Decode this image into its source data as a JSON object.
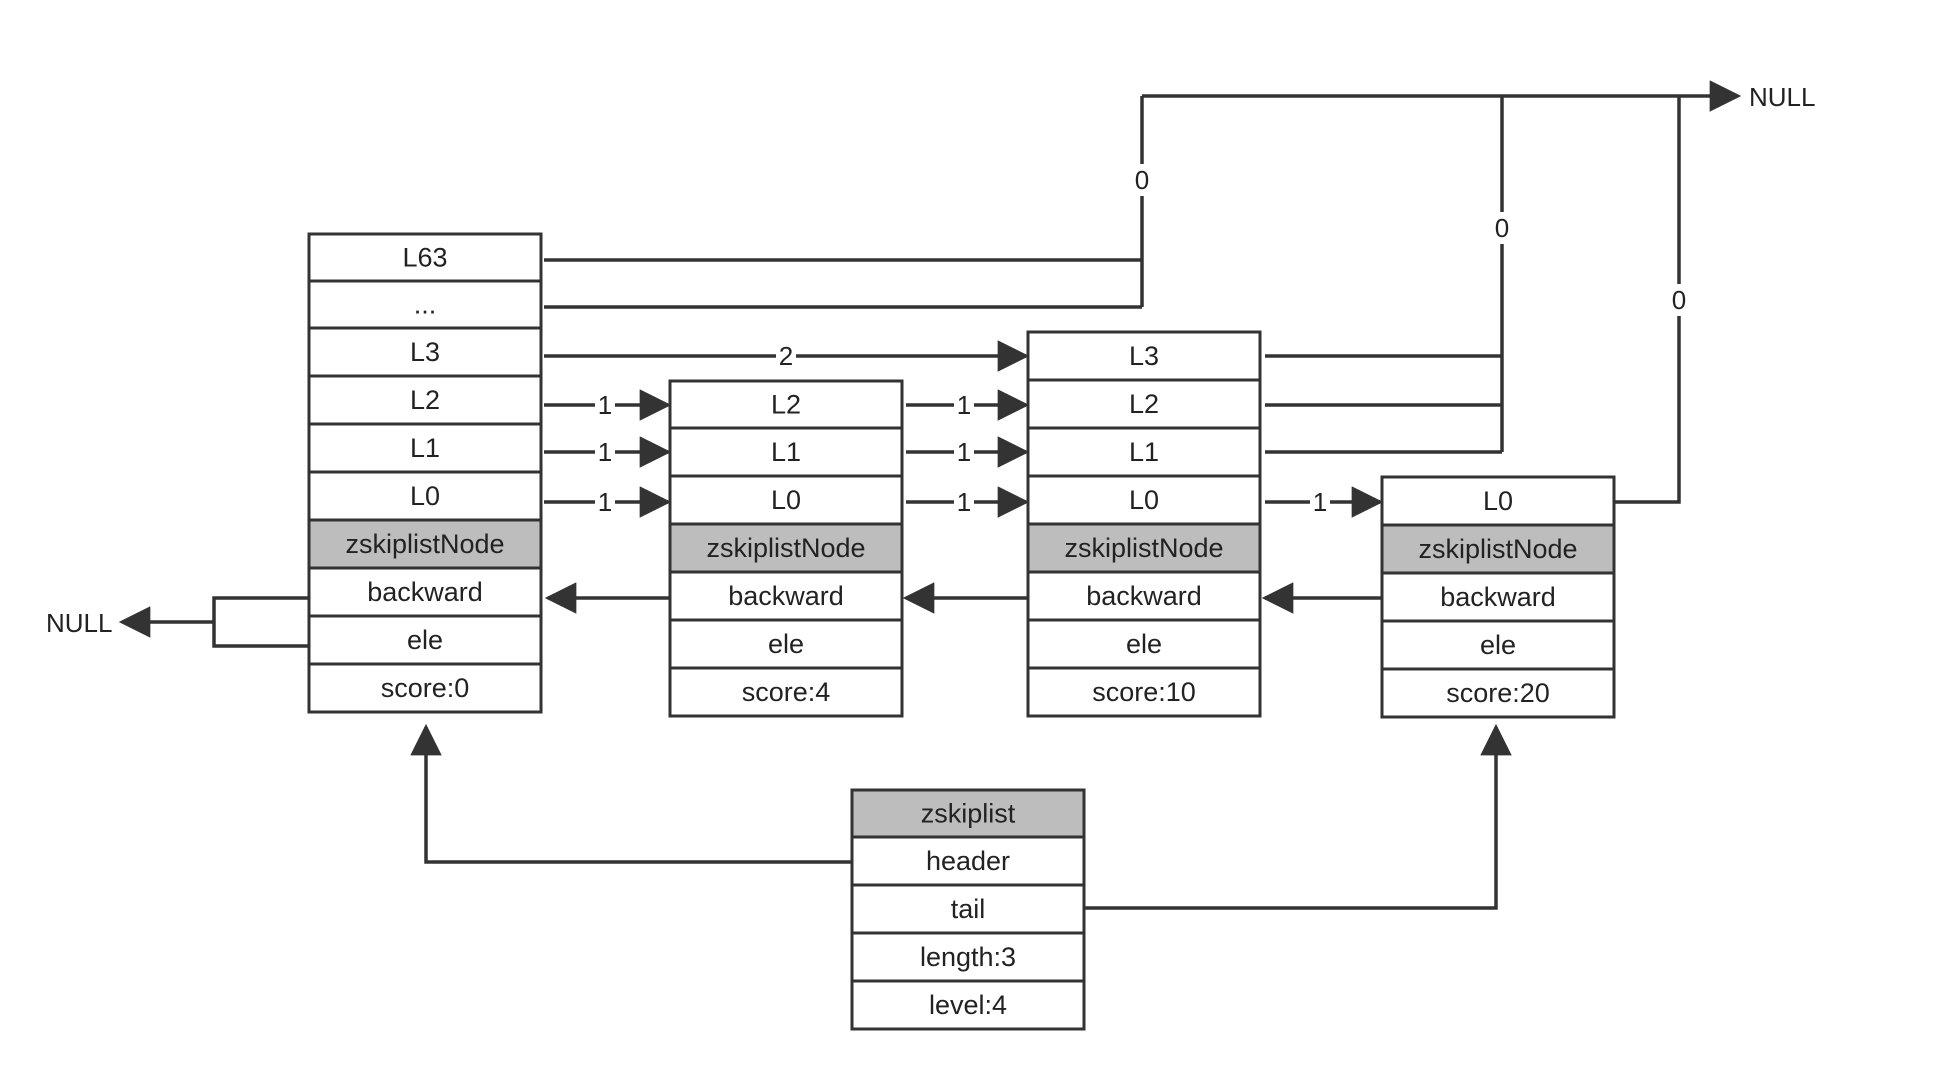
{
  "nodes": {
    "n0": {
      "cells": [
        "L63",
        "...",
        "L3",
        "L2",
        "L1",
        "L0",
        "zskiplistNode",
        "backward",
        "ele",
        "score:0"
      ],
      "header_index": 6
    },
    "n1": {
      "cells": [
        "L2",
        "L1",
        "L0",
        "zskiplistNode",
        "backward",
        "ele",
        "score:4"
      ],
      "header_index": 3
    },
    "n2": {
      "cells": [
        "L3",
        "L2",
        "L1",
        "L0",
        "zskiplistNode",
        "backward",
        "ele",
        "score:10"
      ],
      "header_index": 4
    },
    "n3": {
      "cells": [
        "L0",
        "zskiplistNode",
        "backward",
        "ele",
        "score:20"
      ],
      "header_index": 1
    },
    "list": {
      "cells": [
        "zskiplist",
        "header",
        "tail",
        "length:3",
        "level:4"
      ],
      "header_index": 0
    }
  },
  "edge_labels": {
    "n0_top_span": "0",
    "n2_upper_span": "0",
    "n3_l0_span": "0",
    "n0_l3_span": "2",
    "n0_l2_span": "1",
    "n0_l1_span": "1",
    "n0_l0_span": "1",
    "n1_l2_span": "1",
    "n1_l1_span": "1",
    "n1_l0_span": "1",
    "n2_l0_span": "1"
  },
  "null_right": "NULL",
  "null_left": "NULL",
  "colors": {
    "header_fill": "#bdbdbd",
    "stroke": "#333333",
    "background": "#ffffff"
  }
}
